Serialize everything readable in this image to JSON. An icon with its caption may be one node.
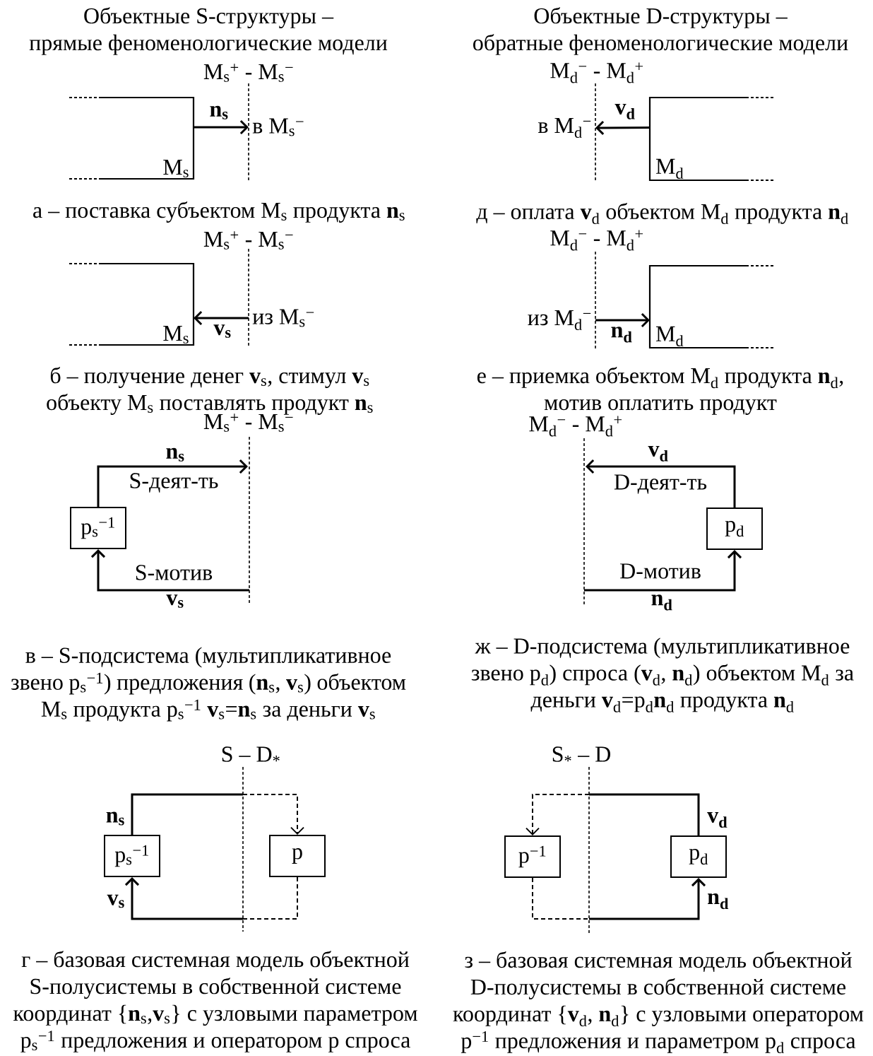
{
  "diagram": {
    "nodes": [
      {
        "text": [
          "M$_{s}$"
        ]
      },
      {
        "text": [
          "M$_{s}$"
        ]
      },
      {
        "text": [
          "M$_{d}$"
        ]
      },
      {
        "text": [
          "M$_{d}$"
        ]
      },
      {
        "text": [
          "p$_{s}$$^{−1}$"
        ]
      },
      {
        "text": [
          "p$_{d}$"
        ]
      },
      {
        "text": [
          "p$_{s}$$^{−1}$"
        ]
      },
      {
        "text": [
          "p"
        ]
      },
      {
        "text": [
          "p$^{−1}$"
        ]
      },
      {
        "text": [
          "p$_{d}$"
        ]
      },
      {
        "text": [
          "в M$_{s}$$^{−}$"
        ]
      },
      {
        "text": [
          "в M$_{d}$$^{−}$"
        ]
      },
      {
        "text": [
          "из M$_{s}$$^{−}$"
        ]
      },
      {
        "text": [
          "из M$_{d}$$^{−}$"
        ]
      }
    ],
    "edges": [
      {
        "from": 0,
        "to": 10,
        "arrow": "to",
        "label": "n$_{s}$"
      },
      {
        "from": 12,
        "to": 1,
        "arrow": "to",
        "label": "v$_{s}$"
      },
      {
        "from": 2,
        "to": 11,
        "arrow": "to",
        "label": "v$_{d}$"
      },
      {
        "from": 13,
        "to": 3,
        "arrow": "to",
        "label": "n$_{d}$"
      },
      {
        "from": 4,
        "to": null,
        "arrow": "to",
        "label": "n$_{s}$"
      },
      {
        "from": null,
        "to": 4,
        "arrow": "to",
        "label": "v$_{s}$"
      },
      {
        "from": 5,
        "to": null,
        "arrow": "to",
        "label": "v$_{d}$"
      },
      {
        "from": null,
        "to": 5,
        "arrow": "to",
        "label": "n$_{d}$"
      },
      {
        "from": 6,
        "to": 7,
        "arrow": "to",
        "label": "n$_{s}$"
      },
      {
        "from": 7,
        "to": 6,
        "arrow": "to",
        "label": "v$_{s}$"
      },
      {
        "from": 9,
        "to": 8,
        "arrow": "to",
        "label": "v$_{d}$"
      },
      {
        "from": 8,
        "to": 9,
        "arrow": "to",
        "label": "n$_{d}$"
      }
    ],
    "labels": [
      "Объектные S-структуры – прямые феноменологические модели",
      "Объектные D-структуры – обратные феноменологические модели",
      "M$_{s}$$^{+}$ - M$_{s}$$^{−}$",
      "M$_{d}$$^{−}$ - M$_{d}$$^{+}$",
      "а – поставка субъектом M$_{s}$ продукта **n**$_{s}$",
      "д – оплата **v**$_{d}$ объектом M$_{d}$ продукта **n**$_{d}$",
      "M$_{s}$$^{+}$ - M$_{s}$$^{−}$",
      "M$_{d}$$^{−}$ - M$_{d}$$^{+}$",
      "б – получение денег **v**$_{s}$, стимул **v**$_{s}$ объекту M$_{s}$ поставлять продукт **n**$_{s}$",
      "е – приемка объектом M$_{d}$ продукта **n**$_{d}$, мотив оплатить продукт",
      "M$_{s}$$^{+}$ - M$_{s}$$^{−}$",
      "M$_{d}$$^{−}$ - M$_{d}$$^{+}$",
      "S-деят-ть",
      "D-деят-ть",
      "S-мотив",
      "D-мотив",
      "в – S-подсистема (мультипликативное звено p$_{s}$$^{−1}$) предложения (**n**$_{s}$, **v**$_{s}$) объектом M$_{s}$ продукта p$_{s}$$^{−1}$ **v**$_{s}$=**n**$_{s}$ за деньги **v**$_{s}$",
      "ж – D-подсистема (мультипликативное звено p$_{d}$) спроса (**v**$_{d}$, **n**$_{d}$) объектом M$_{d}$ за деньги **v**$_{d}$=p$_{d}$**n**$_{d}$ продукта **n**$_{d}$",
      "S – D$_{*}$",
      "S$_{*}$ – D",
      "г – базовая системная модель объектной S-полусистемы в собственной системе координат {**n**$_{s}$,**v**$_{s}$} с узловыми параметром p$_{s}$$^{−1}$ предложения и оператором p спроса",
      "з – базовая системная модель объектной D-полусистемы в собственной системе координат {**v**$_{d}$, **n**$_{d}$} с узловыми оператором p$^{−1}$ предложения и параметром p$_{d}$ спроса"
    ]
  }
}
